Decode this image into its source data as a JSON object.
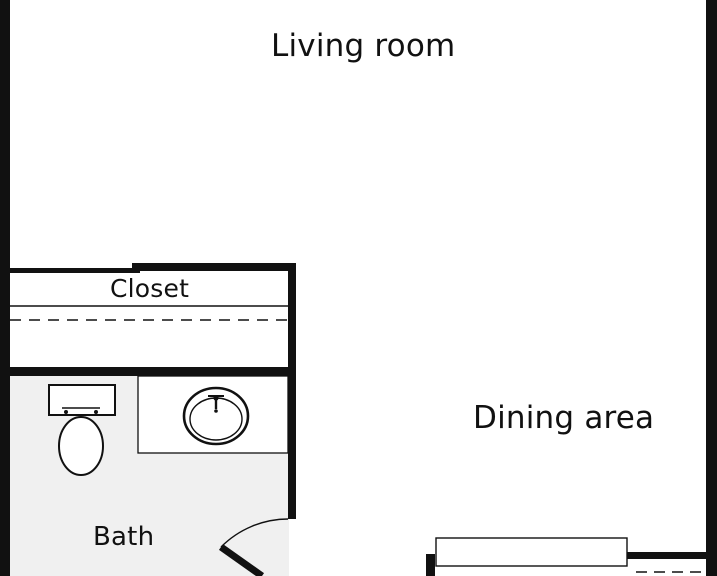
{
  "floor_plan": {
    "rooms": {
      "living_room": "Living room",
      "closet": "Closet",
      "dining_area": "Dining area",
      "bath": "Bath"
    },
    "colors": {
      "wall": "#111111",
      "bath_floor": "#f0f0f0",
      "background": "#ffffff"
    }
  }
}
